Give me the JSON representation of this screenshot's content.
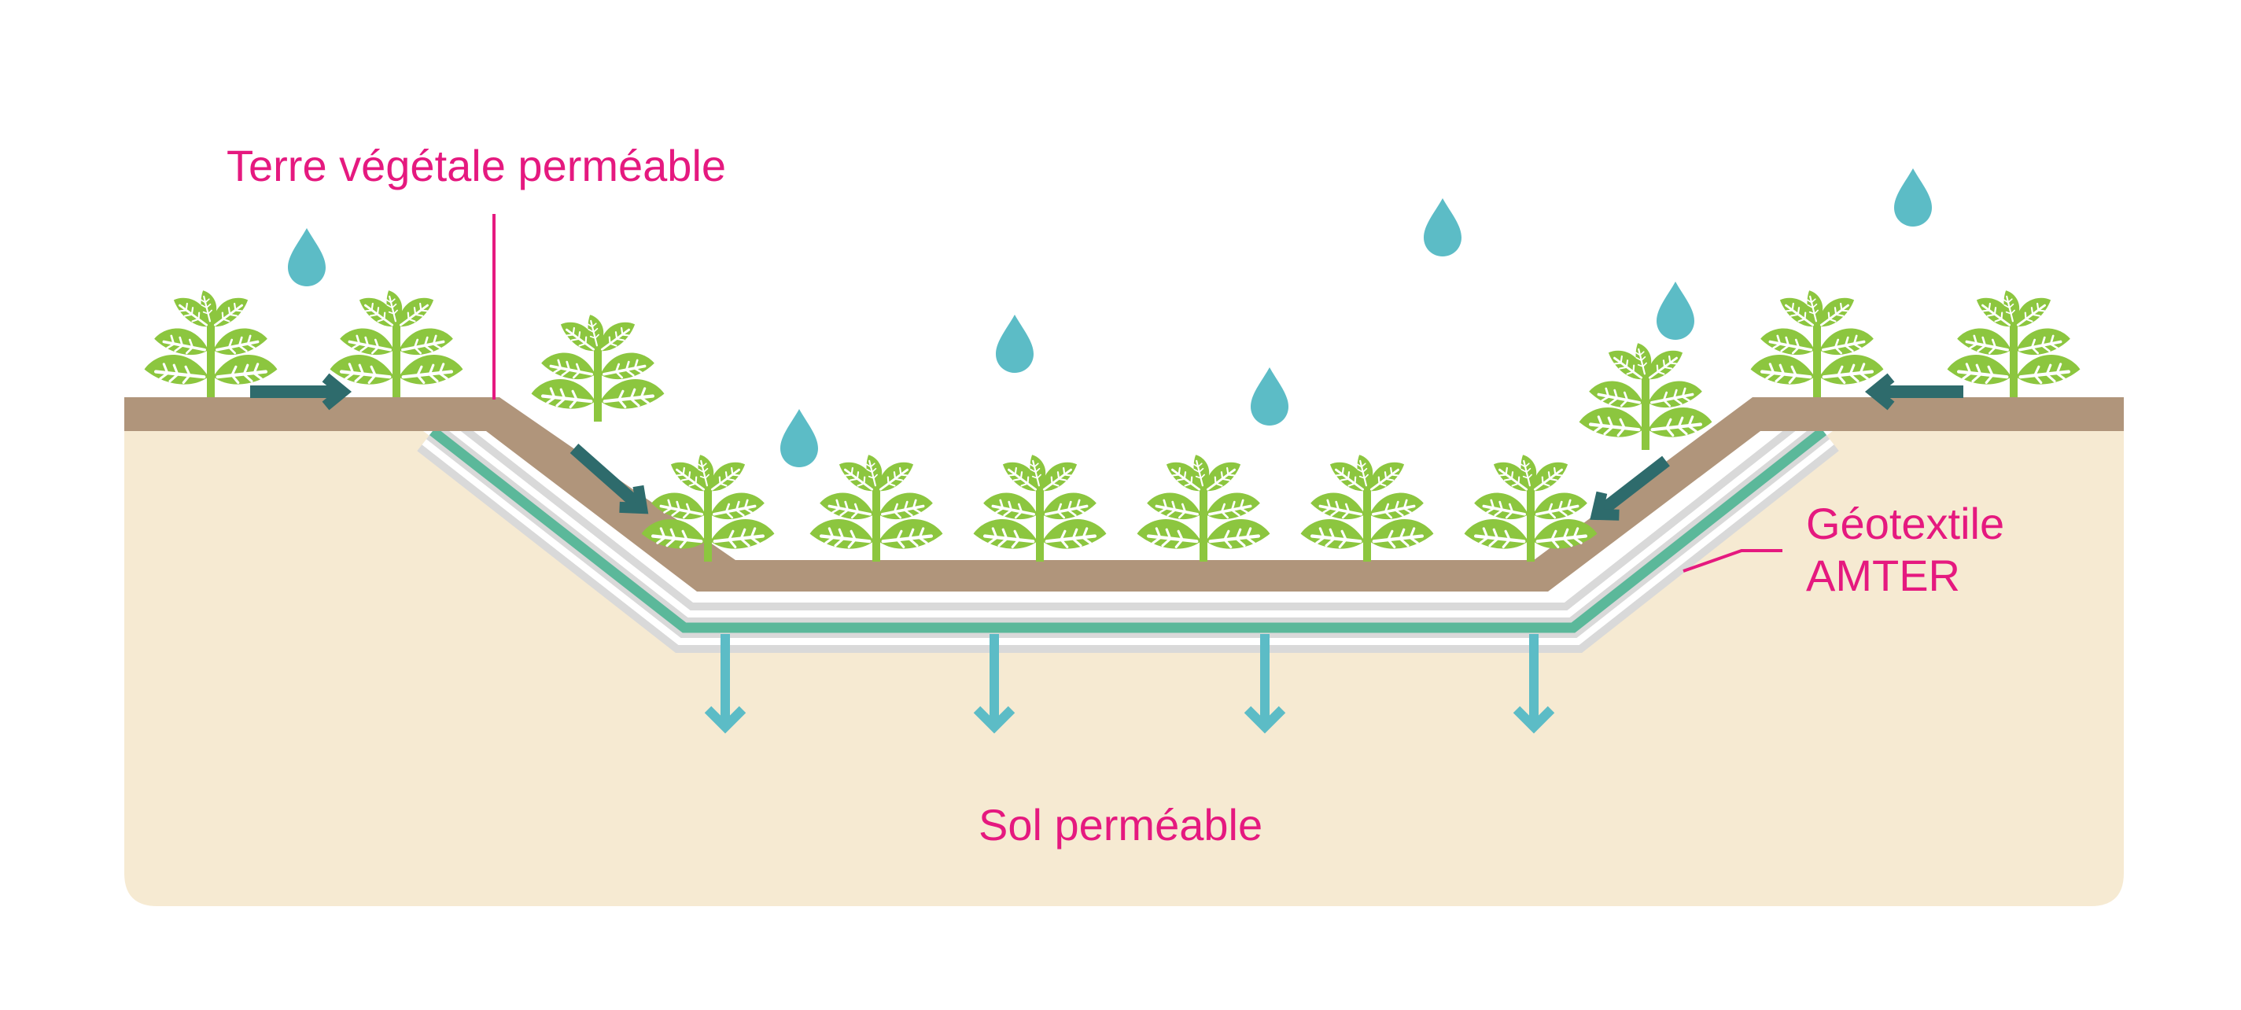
{
  "labels": {
    "topsoil": "Terre végétale perméable",
    "geotextile_line1": "Géotextile",
    "geotextile_line2": "AMTER",
    "subsoil": "Sol perméable"
  },
  "colors": {
    "label": "#e5197f",
    "topsoil": "#b0957b",
    "subsoil": "#f6ead2",
    "geotextile": "#5bb89a",
    "geotextile_border": "#d9d9d9",
    "water": "#5cbcc6",
    "runoff_arrow": "#2e6b6c",
    "plant": "#8cc63f",
    "plant_vein": "#ffffff"
  },
  "icons": {
    "plant": "plant-icon",
    "raindrop": "raindrop-icon",
    "runoff_arrow": "runoff-arrow-icon",
    "infiltration_arrow": "infiltration-arrow-icon"
  }
}
